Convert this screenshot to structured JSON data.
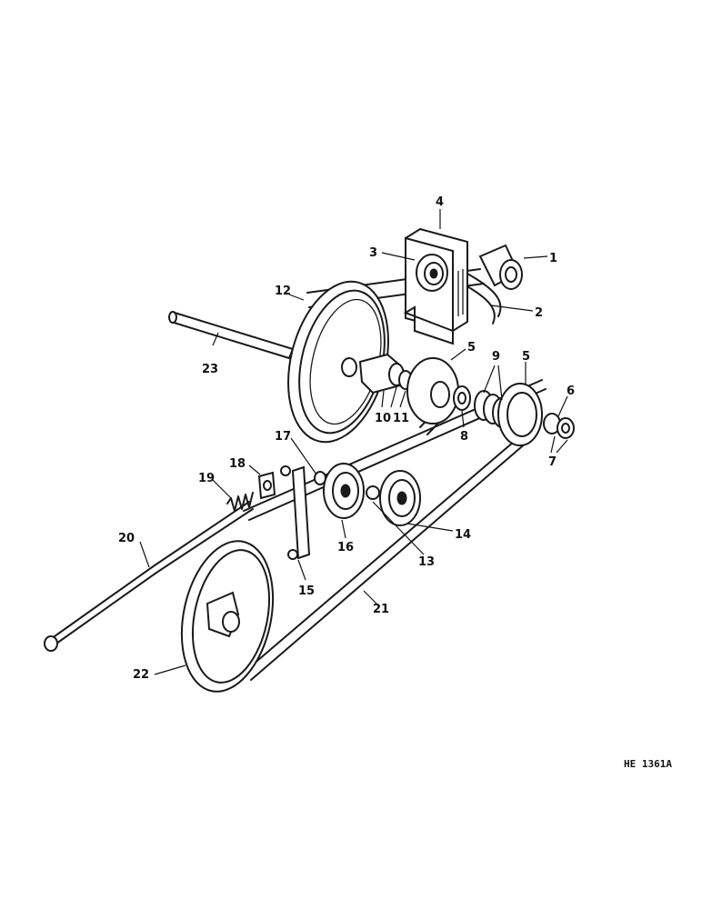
{
  "figure_id": "HE 1361A",
  "callouts": [
    "1",
    "2",
    "3",
    "4",
    "5",
    "5",
    "6",
    "7",
    "8",
    "9",
    "10",
    "11",
    "12",
    "13",
    "14",
    "15",
    "16",
    "17",
    "18",
    "19",
    "20",
    "21",
    "22",
    "23"
  ]
}
